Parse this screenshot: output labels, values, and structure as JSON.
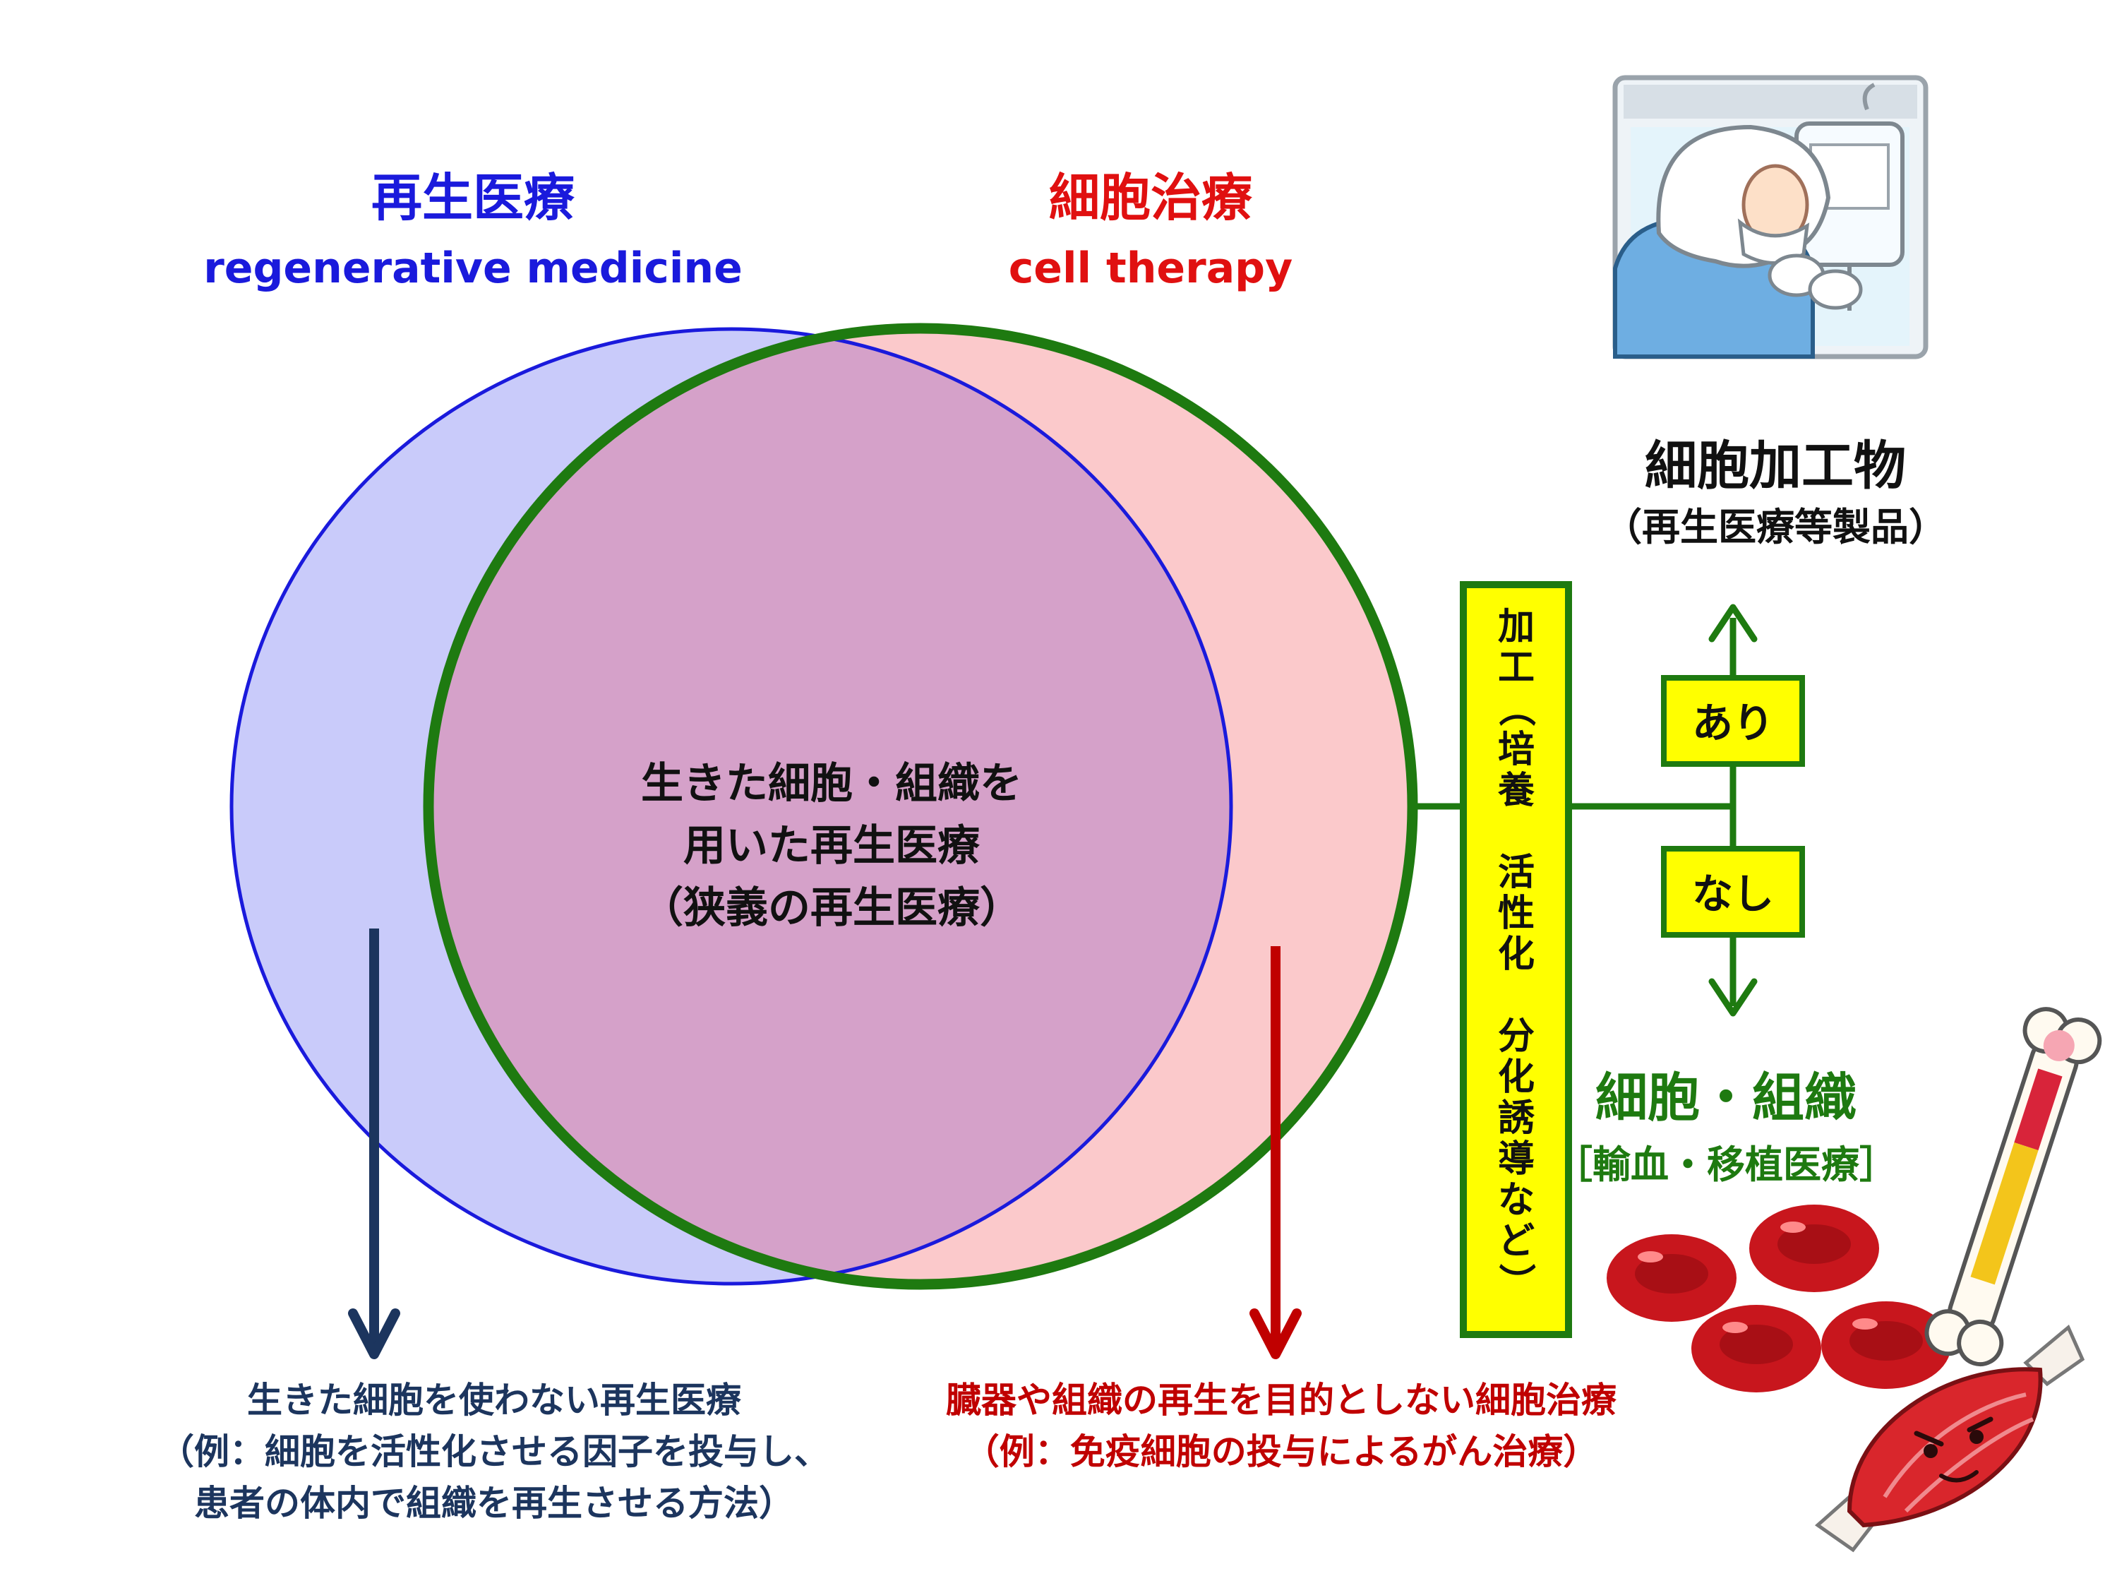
{
  "left_set": {
    "title_ja": "再生医療",
    "title_en": "regenerative medicine",
    "color": "#1a1adc",
    "fill": "#c9cbfa"
  },
  "right_set": {
    "title_ja": "細胞治療",
    "title_en": "cell therapy",
    "color": "#e01010",
    "fill": "#fbc9cb",
    "border": "#1e7a10"
  },
  "overlap": {
    "line1": "生きた細胞・組織を",
    "line2": "用いた再生医療",
    "line3": "（狭義の再生医療）",
    "fill": "#d5a1c9"
  },
  "left_only": {
    "line1": "生きた細胞を使わない再生医療",
    "line2": "（例：細胞を活性化させる因子を投与し、",
    "line3": "患者の体内で組織を再生させる方法）",
    "arrow_color": "#1c355e"
  },
  "right_only": {
    "line1": "臓器や組織の再生を目的としない細胞治療",
    "line2": "（例：免疫細胞の投与によるがん治療）",
    "arrow_color": "#c00000"
  },
  "process_box": {
    "chars": [
      "加",
      "工",
      "（",
      "培",
      "養",
      "",
      "活",
      "性",
      "化",
      "",
      "分",
      "化",
      "誘",
      "導",
      "な",
      "ど",
      "）"
    ],
    "fill": "#ffff00",
    "border": "#1e7a10"
  },
  "yes_branch": {
    "label": "あり",
    "result_title": "細胞加工物",
    "result_sub": "（再生医療等製品）"
  },
  "no_branch": {
    "label": "なし",
    "result_title": "細胞・組織",
    "result_sub": "［輸血・移植医療］",
    "result_color": "#1e7a10"
  },
  "illustrations": {
    "top_right": "lab-worker-cleanbench-illustration",
    "bottom_right": [
      "red-blood-cells-illustration",
      "bone-illustration",
      "muscle-illustration"
    ]
  }
}
